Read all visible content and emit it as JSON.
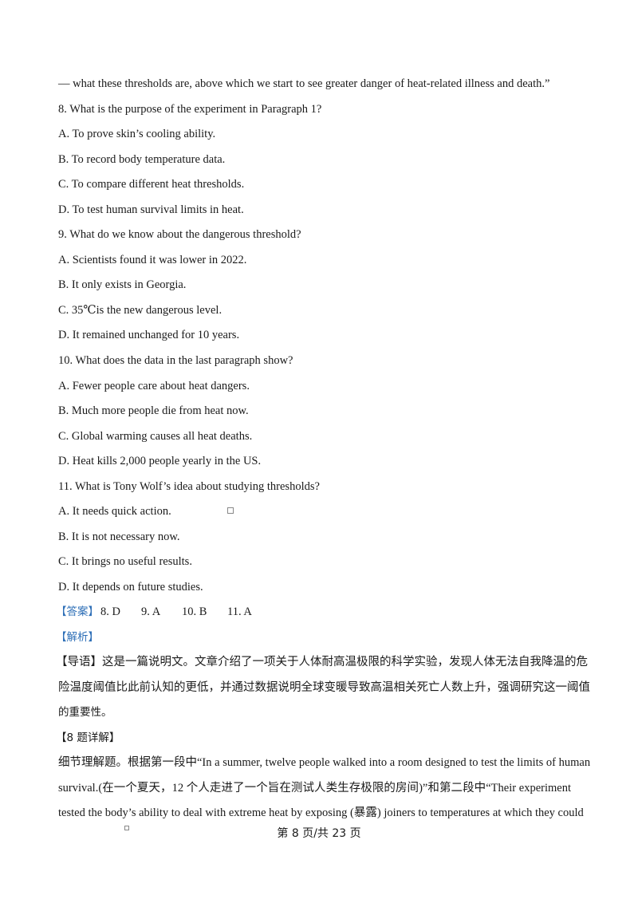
{
  "continuation": "— what these thresholds are, above which we start to see greater danger of heat-related illness and death.”",
  "questions": [
    {
      "stem": "8. What is the purpose of the experiment in Paragraph 1?",
      "options": [
        "A. To prove skin’s cooling ability.",
        "B. To record body temperature data.",
        "C. To compare different heat thresholds.",
        "D. To test human survival limits in heat."
      ]
    },
    {
      "stem": "9. What do we know about the dangerous threshold?",
      "options": [
        "A. Scientists found it was lower in 2022.",
        "B. It only exists in Georgia.",
        "C. 35℃is the new dangerous level.",
        "D. It remained unchanged for 10 years."
      ]
    },
    {
      "stem": "10. What does the data in the last paragraph show?",
      "options": [
        "A. Fewer people care about heat dangers.",
        "B. Much more people die from heat now.",
        "C. Global warming causes all heat deaths.",
        "D. Heat kills 2,000 people yearly in the US."
      ]
    },
    {
      "stem": "11. What is Tony Wolf’s idea about studying thresholds?",
      "options": [
        "A. It needs quick action.",
        "B. It is not necessary now.",
        "C. It brings no useful results.",
        "D. It depends on future studies."
      ]
    }
  ],
  "answer": {
    "label": "【答案】",
    "items": [
      "8. D",
      "9. A",
      "10. B",
      "11. A"
    ]
  },
  "analysis_label": "【解析】",
  "guide": {
    "lines": [
      "【导语】这是一篇说明文。文章介绍了一项关于人体耐高温极限的科学实验，发现人体无法自我降温的危",
      "险温度阈值比此前认知的更低，并通过数据说明全球变暖导致高温相关死亡人数上升，强调研究这一阈值",
      "的重要性。"
    ]
  },
  "detail_label": "【8 题详解】",
  "detail_lines": [
    "细节理解题。根据第一段中“In a summer, twelve people walked into a room designed to test the limits of human",
    "survival.(在一个夏天，12  个人走进了一个旨在测试人类生存极限的房间)”和第二段中“Their experiment",
    "tested the body’s ability to deal with extreme heat by exposing (暴露) joiners to temperatures at which they could"
  ],
  "footer": "第  8 页/共  23 页"
}
